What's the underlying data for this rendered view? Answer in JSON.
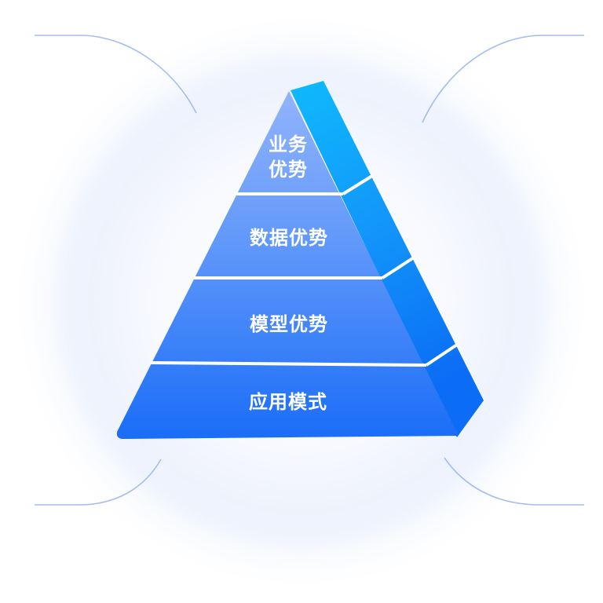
{
  "pyramid": {
    "tiers": [
      {
        "label_line1": "业务",
        "label_line2": "优势"
      },
      {
        "label": "数据优势"
      },
      {
        "label": "模型优势"
      },
      {
        "label": "应用模式"
      }
    ]
  },
  "colors": {
    "halo_outer": "#f1f5fd",
    "halo_inner": "#f7f9fe",
    "arc": "#9bb5ec",
    "front_top": "#8fb1fb",
    "front_bottom": "#1a6df7",
    "side_top": "#0fb2fb",
    "side_bottom": "#0a70f5",
    "separator": "#ffffff"
  }
}
